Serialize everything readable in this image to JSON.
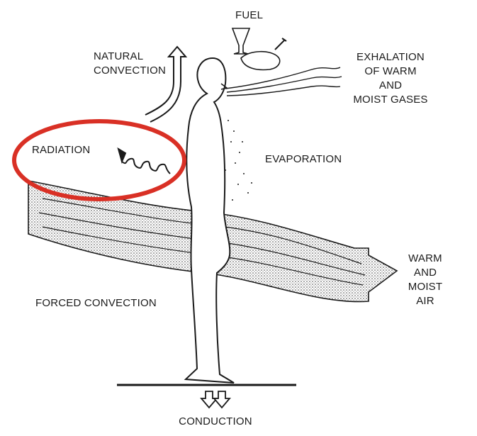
{
  "diagram": {
    "labels": {
      "fuel": "FUEL",
      "natural_convection_1": "NATURAL",
      "natural_convection_2": "CONVECTION",
      "exhalation_1": "EXHALATION",
      "exhalation_2": "OF WARM",
      "exhalation_3": "AND",
      "exhalation_4": "MOIST GASES",
      "radiation": "RADIATION",
      "evaporation": "EVAPORATION",
      "warm_1": "WARM",
      "warm_2": "AND",
      "warm_3": "MOIST",
      "warm_4": "AIR",
      "forced_convection": "FORCED CONVECTION",
      "conduction": "CONDUCTION"
    },
    "highlight": {
      "color": "#d93025",
      "target": "radiation"
    },
    "ink_color": "#1a1a1a"
  }
}
